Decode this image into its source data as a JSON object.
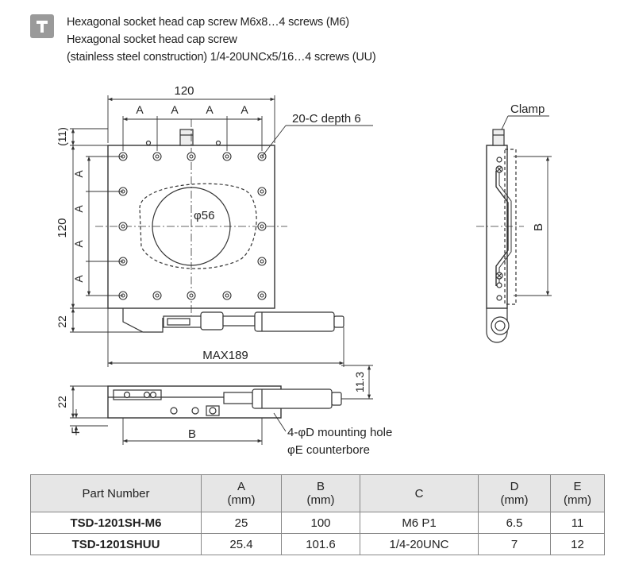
{
  "notes": {
    "icon": "screw-icon",
    "lines": [
      "Hexagonal socket head cap screw M6x8…4 screws (M6)",
      "Hexagonal socket head cap screw",
      "(stainless steel construction) 1/4-20UNCx5/16…4 screws (UU)"
    ]
  },
  "drawing": {
    "top_view": {
      "width_label": "120",
      "pitch_label": "A",
      "offset_label": "(11)",
      "height_label": "120",
      "hole_callout": "20-C depth 6",
      "aperture_label": "φ56",
      "micrometer_label": "22",
      "max_length_label": "MAX189"
    },
    "side_view": {
      "clamp_label": "Clamp",
      "b_label": "B"
    },
    "front_view": {
      "height_label": "22",
      "f_label": "F",
      "b_label": "B",
      "knob_label": "11.3",
      "mounting_label": "4-φD mounting hole",
      "counterbore_label": "φE counterbore"
    }
  },
  "table": {
    "headers": [
      {
        "line1": "Part Number",
        "line2": ""
      },
      {
        "line1": "A",
        "line2": "(mm)"
      },
      {
        "line1": "B",
        "line2": "(mm)"
      },
      {
        "line1": "C",
        "line2": ""
      },
      {
        "line1": "D",
        "line2": "(mm)"
      },
      {
        "line1": "E",
        "line2": "(mm)"
      }
    ],
    "rows": [
      [
        "TSD-1201SH-M6",
        "25",
        "100",
        "M6 P1",
        "6.5",
        "11"
      ],
      [
        "TSD-1201SHUU",
        "25.4",
        "101.6",
        "1/4-20UNC",
        "7",
        "12"
      ]
    ]
  }
}
